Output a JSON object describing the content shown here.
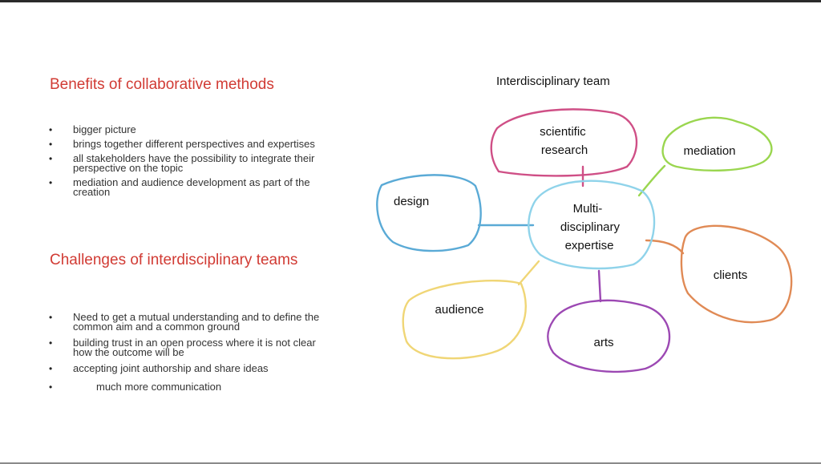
{
  "benefits": {
    "heading": "Benefits of collaborative methods",
    "items": [
      "bigger picture",
      "brings together different perspectives and expertises",
      "all stakeholders have the possibility to integrate their perspective on the topic",
      "mediation and audience development as part of the creation"
    ]
  },
  "challenges": {
    "heading": "Challenges of interdisciplinary teams",
    "items": [
      "Need to get a mutual understanding and to define the common aim and a common ground",
      "building trust in an open process where it is not clear how the outcome will be",
      "accepting joint authorship and share ideas",
      "much more communication"
    ]
  },
  "diagram": {
    "title": "Interdisciplinary team",
    "center": {
      "lines": [
        "Multi-",
        "disciplinary",
        "expertise"
      ],
      "color": "#8fd3ea"
    },
    "nodes": [
      {
        "id": "design",
        "lines": [
          "design"
        ],
        "color": "#5aaad6"
      },
      {
        "id": "scientific-research",
        "lines": [
          "scientific",
          "research"
        ],
        "color": "#cf4f86"
      },
      {
        "id": "mediation",
        "lines": [
          "mediation"
        ],
        "color": "#9ad64f"
      },
      {
        "id": "clients",
        "lines": [
          "clients"
        ],
        "color": "#e08a55"
      },
      {
        "id": "arts",
        "lines": [
          "arts"
        ],
        "color": "#9c48b3"
      },
      {
        "id": "audience",
        "lines": [
          "audience"
        ],
        "color": "#f0d676"
      }
    ]
  }
}
